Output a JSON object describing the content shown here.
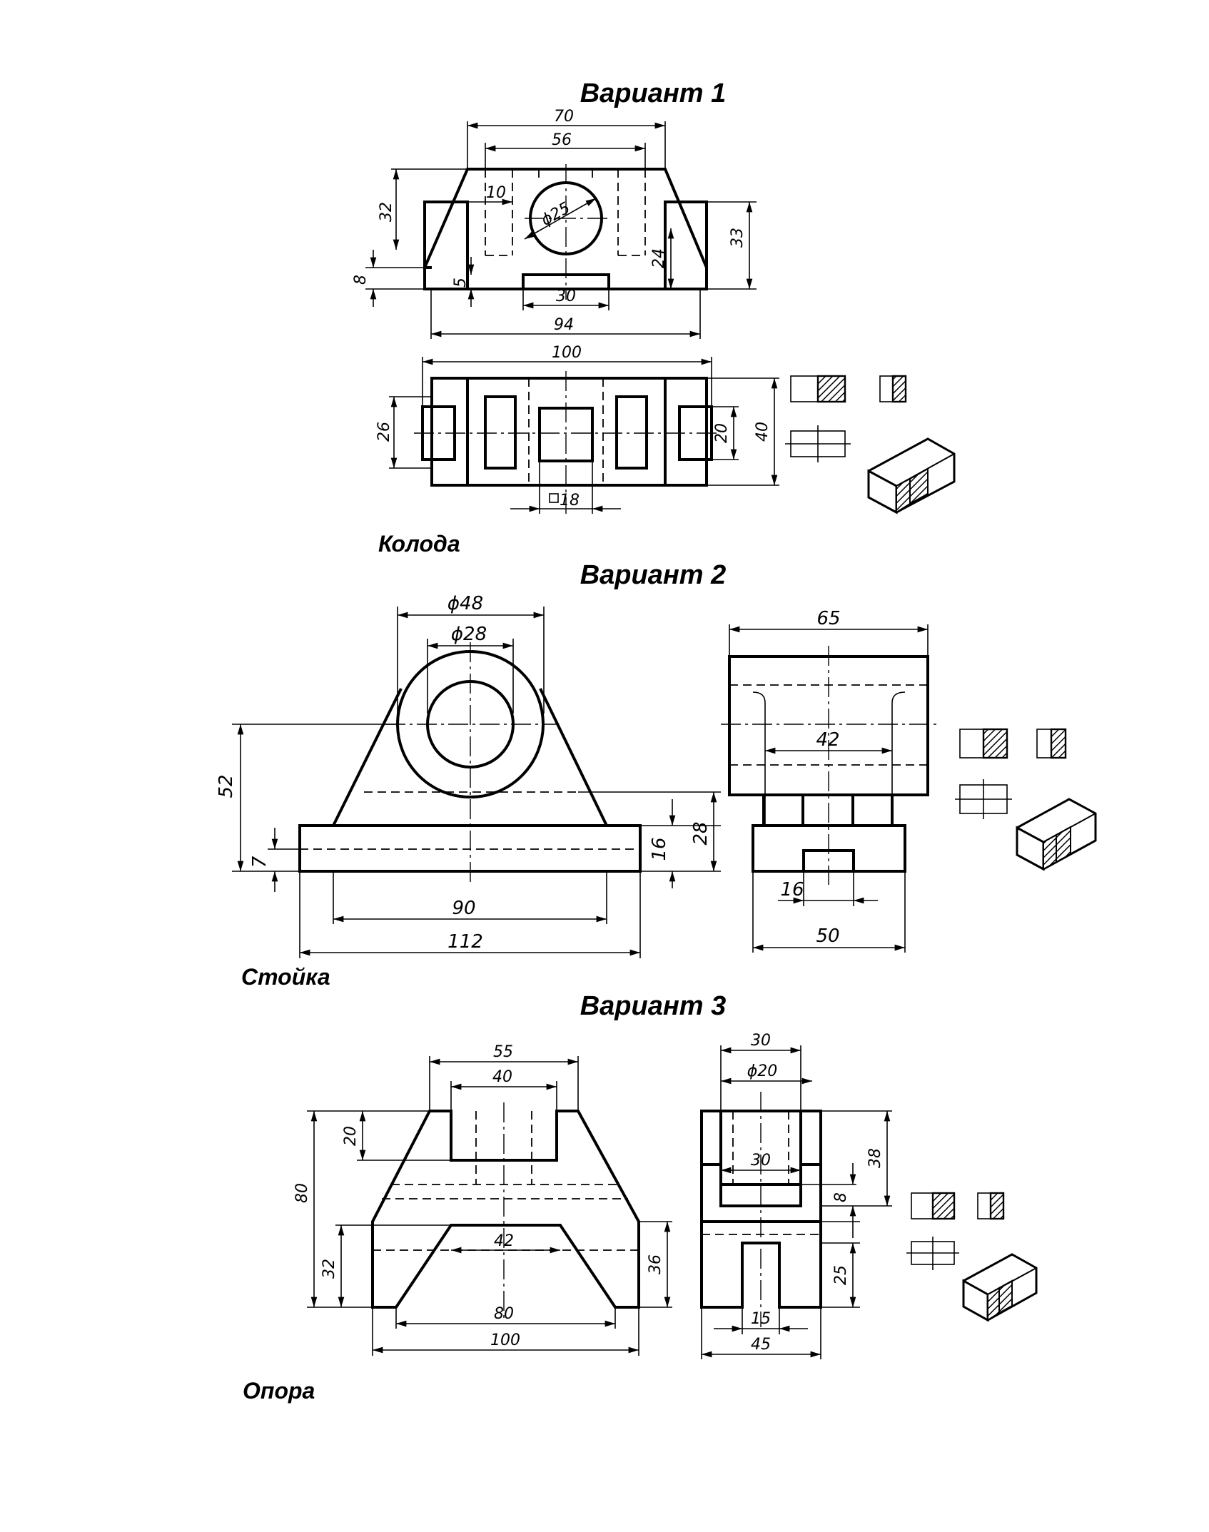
{
  "sheet": {
    "variants": [
      {
        "heading": "Вариант 1",
        "part_name": "Колода",
        "dims": {
          "d70": "70",
          "d56": "56",
          "d10": "10",
          "d25": "ϕ25",
          "d32": "32",
          "d33": "33",
          "d24": "24",
          "d8": "8",
          "d5": "5",
          "d30": "30",
          "d94": "94",
          "d100": "100",
          "d26": "26",
          "d20": "20",
          "d40": "40",
          "d18": "18"
        }
      },
      {
        "heading": "Вариант 2",
        "part_name": "Стойка",
        "dims": {
          "d48": "ϕ48",
          "d28c": "ϕ28",
          "d52": "52",
          "d7": "7",
          "d16a": "16",
          "d28": "28",
          "d90": "90",
          "d112": "112",
          "d65": "65",
          "d42": "42",
          "d16b": "16",
          "d50": "50"
        }
      },
      {
        "heading": "Вариант 3",
        "part_name": "Опора",
        "dims": {
          "d55": "55",
          "d40": "40",
          "d20": "20",
          "d80v": "80",
          "d32": "32",
          "d36": "36",
          "d42": "42",
          "d80": "80",
          "d100": "100",
          "d30a": "30",
          "d20c": "ϕ20",
          "d30b": "30",
          "d38": "38",
          "d8": "8",
          "d25": "25",
          "d15": "15",
          "d45": "45"
        }
      }
    ]
  }
}
